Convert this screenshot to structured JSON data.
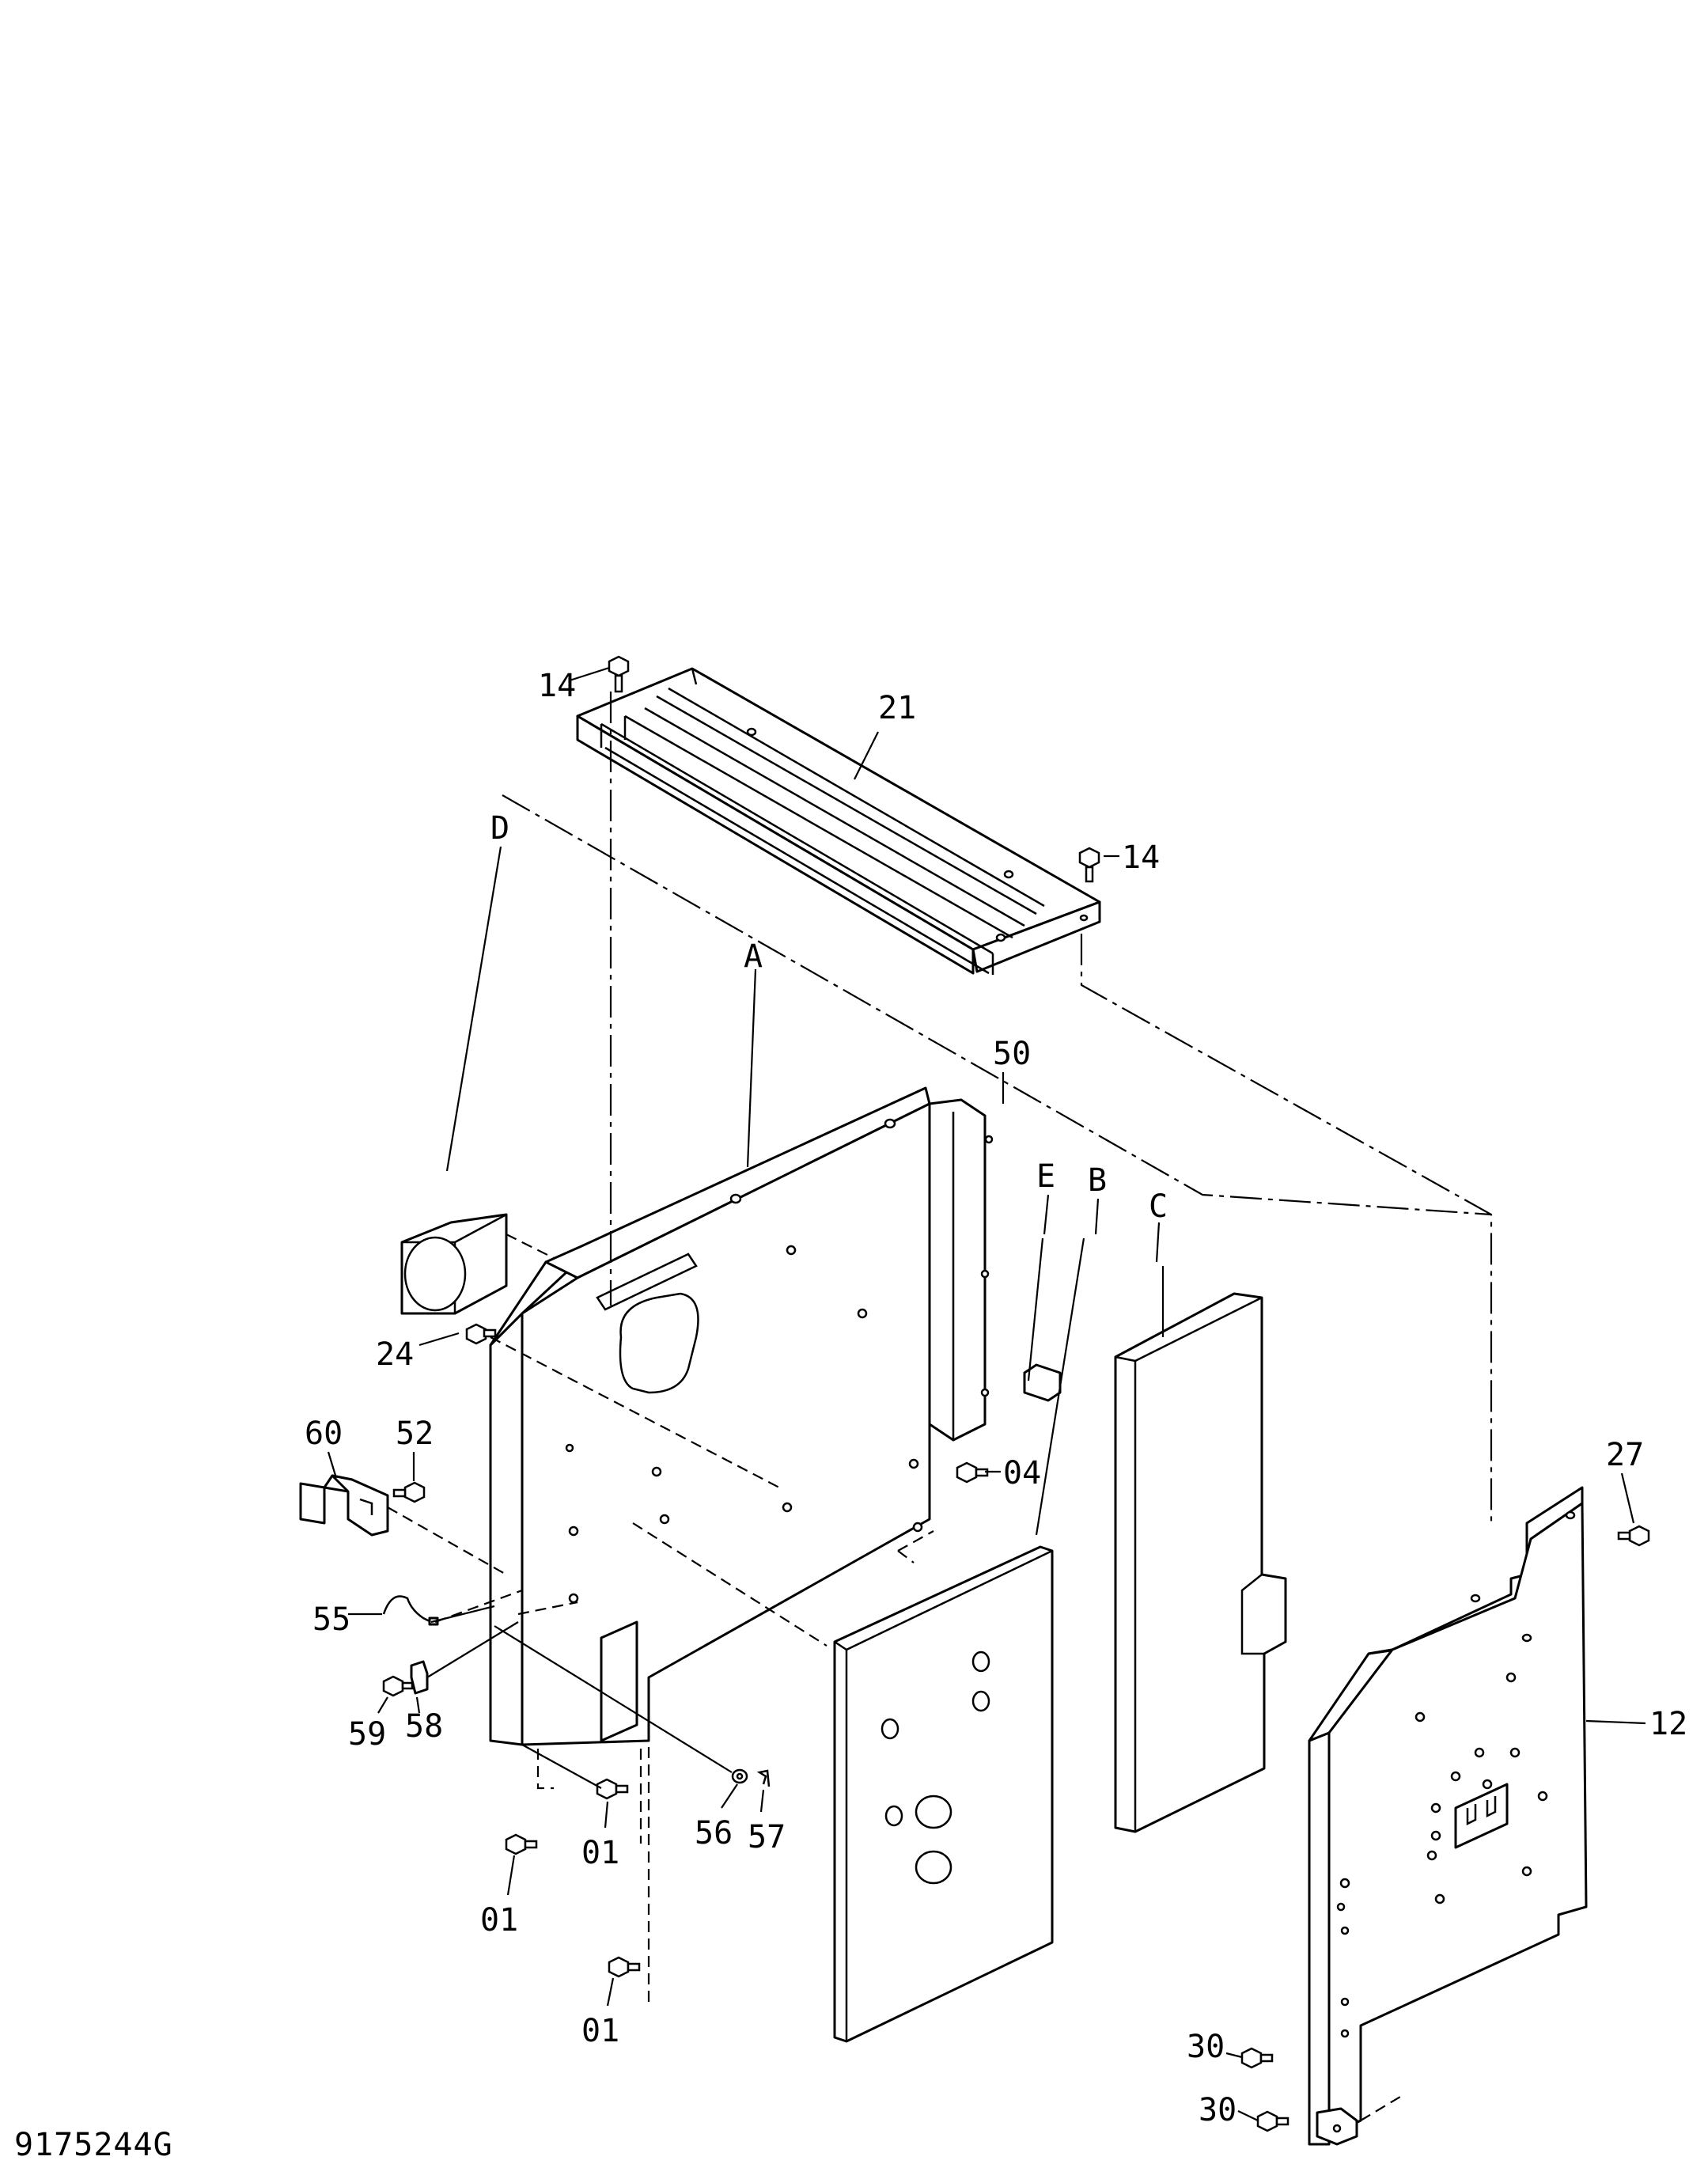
{
  "drawing": {
    "reference_code": "9175244G",
    "callouts": [
      {
        "id": "c14a",
        "text": "14"
      },
      {
        "id": "c14b",
        "text": "14"
      },
      {
        "id": "c21",
        "text": "21"
      },
      {
        "id": "cD",
        "text": "D"
      },
      {
        "id": "cA",
        "text": "A"
      },
      {
        "id": "c50",
        "text": "50"
      },
      {
        "id": "cE",
        "text": "E"
      },
      {
        "id": "cB",
        "text": "B"
      },
      {
        "id": "cC",
        "text": "C"
      },
      {
        "id": "c24",
        "text": "24"
      },
      {
        "id": "c60",
        "text": "60"
      },
      {
        "id": "c52",
        "text": "52"
      },
      {
        "id": "c04",
        "text": "04"
      },
      {
        "id": "c27",
        "text": "27"
      },
      {
        "id": "c55",
        "text": "55"
      },
      {
        "id": "c59",
        "text": "59"
      },
      {
        "id": "c58",
        "text": "58"
      },
      {
        "id": "c56",
        "text": "56"
      },
      {
        "id": "c57",
        "text": "57"
      },
      {
        "id": "c01a",
        "text": "01"
      },
      {
        "id": "c01b",
        "text": "01"
      },
      {
        "id": "c01c",
        "text": "01"
      },
      {
        "id": "c12",
        "text": "12"
      },
      {
        "id": "c30a",
        "text": "30"
      },
      {
        "id": "c30b",
        "text": "30"
      }
    ]
  }
}
